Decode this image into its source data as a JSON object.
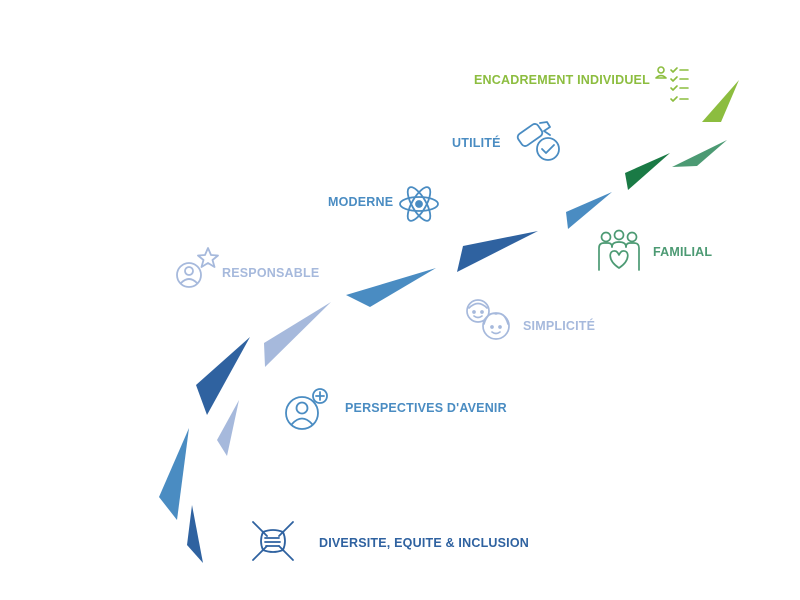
{
  "colors": {
    "green_light": "#8cbd3f",
    "green": "#4c9a73",
    "green_dark": "#1a7a45",
    "blue": "#4a8cc2",
    "blue_dark": "#2f62a0",
    "blue_light": "#a6b9dc"
  },
  "values": {
    "encadrement": "ENCADREMENT INDIVIDUEL",
    "utilite": "UTILITÉ",
    "moderne": "MODERNE",
    "familial": "FAMILIAL",
    "responsable": "RESPONSABLE",
    "simplicite": "SIMPLICITÉ",
    "perspectives": "PERSPECTIVES D'AVENIR",
    "diversite": "DIVERSITE, EQUITE & INCLUSION"
  },
  "icons": {
    "encadrement": "checklist-person-icon",
    "utilite": "wrench-check-icon",
    "moderne": "atom-icon",
    "familial": "family-heart-icon",
    "responsable": "person-star-icon",
    "simplicite": "two-faces-icon",
    "perspectives": "person-plus-icon",
    "diversite": "joined-hands-icon"
  }
}
